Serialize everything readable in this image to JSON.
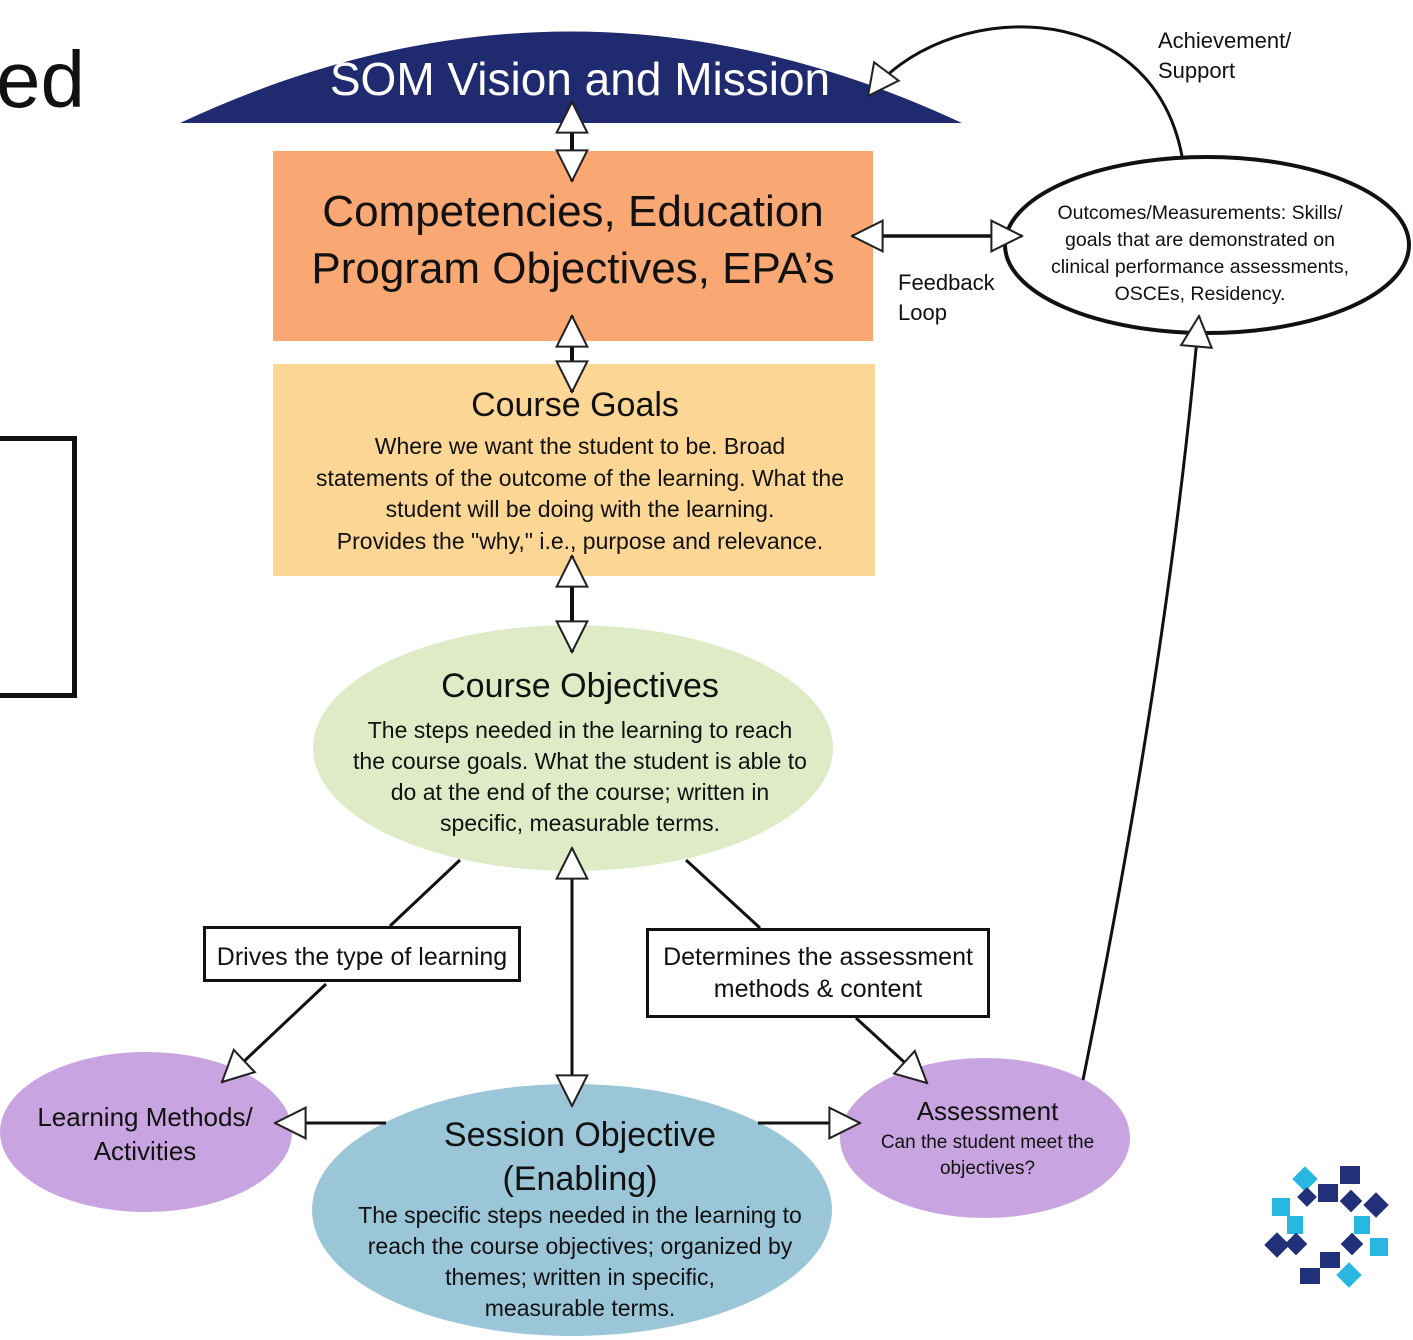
{
  "left_fragment": "ed",
  "vision": "SOM Vision and Mission",
  "competencies": "Competencies, Education\nProgram Objectives, EPA’s",
  "course_goals": {
    "title": "Course Goals",
    "text": "Where we want the student to be.  Broad\nstatements of the outcome of the learning. What the\nstudent will be doing with the learning.\nProvides the \"why,\" i.e., purpose and relevance."
  },
  "course_objectives": {
    "title": "Course Objectives",
    "text": "The steps needed in the learning to reach\nthe course goals. What the student is able to\ndo at the end of the course; written in\nspecific, measurable terms."
  },
  "session_objective": {
    "title": "Session Objective\n(Enabling)",
    "text": "The specific steps needed in the learning to\nreach the course objectives; organized by\nthemes; written in specific,\nmeasurable terms."
  },
  "learning_methods": "Learning Methods/\nActivities",
  "assessment": {
    "title": "Assessment",
    "text": "Can the student meet the\nobjectives?"
  },
  "drives_label": "Drives the type of learning",
  "determines_label": "Determines the assessment\nmethods & content",
  "feedback_label": "Feedback\nLoop",
  "achievement_label": "Achievement/\nSupport",
  "outcomes": "Outcomes/Measurements: Skills/\ngoals that are demonstrated on\nclinical performance assessments,\nOSCEs, Residency.",
  "colors": {
    "vision": "#202a6e",
    "competencies": "#f9a874",
    "course_goals": "#fcd695",
    "course_objectives": "#dfebc6",
    "session_objective": "#9ac6d8",
    "purple": "#c8a5e0",
    "logo_dark": "#22307a",
    "logo_light": "#27b7e0"
  }
}
